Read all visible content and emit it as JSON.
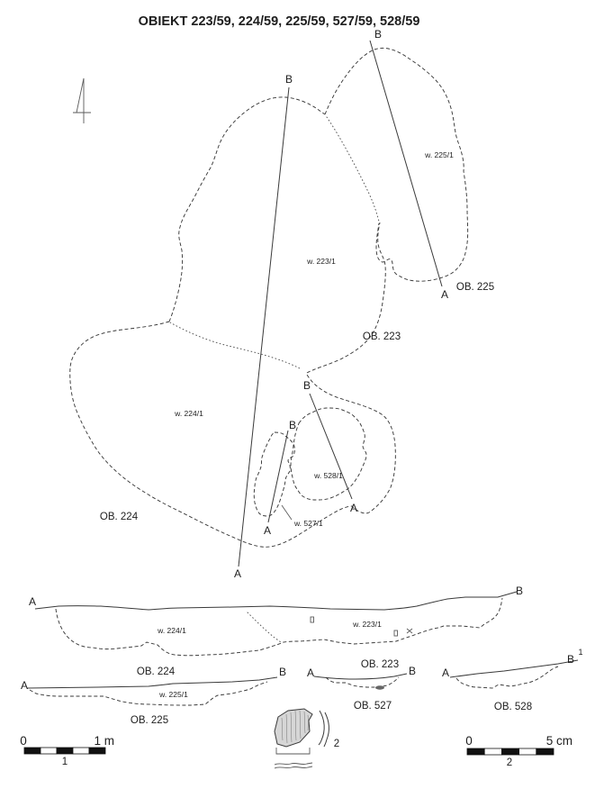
{
  "title": "OBIEKT 223/59, 224/59, 225/59, 527/59, 528/59",
  "markers": {
    "a": "A",
    "b": "B",
    "b1_sup": "1"
  },
  "plan": {
    "layer_labels": {
      "w225": "w. 225/1",
      "w223": "w. 223/1",
      "w224": "w. 224/1",
      "w528": "w. 528/1",
      "w527": "w. 527/1"
    },
    "feature_labels": {
      "ob225": "OB. 225",
      "ob223": "OB. 223",
      "ob224": "OB. 224"
    }
  },
  "profiles": {
    "layer_labels": {
      "w224": "w. 224/1",
      "w223": "w. 223/1",
      "w225": "w. 225/1"
    },
    "feature_labels": {
      "ob224": "OB. 224",
      "ob223": "OB. 223",
      "ob225": "OB. 225",
      "ob527": "OB. 527",
      "ob528": "OB. 528"
    }
  },
  "find": {
    "number": "2"
  },
  "scale_bars": {
    "plan": {
      "start": "0",
      "end": "1 m",
      "figure_number": "1"
    },
    "find": {
      "start": "0",
      "end": "5 cm",
      "figure_number": "2"
    }
  },
  "colors": {
    "ink": "#3a3a3a",
    "background": "#ffffff"
  }
}
